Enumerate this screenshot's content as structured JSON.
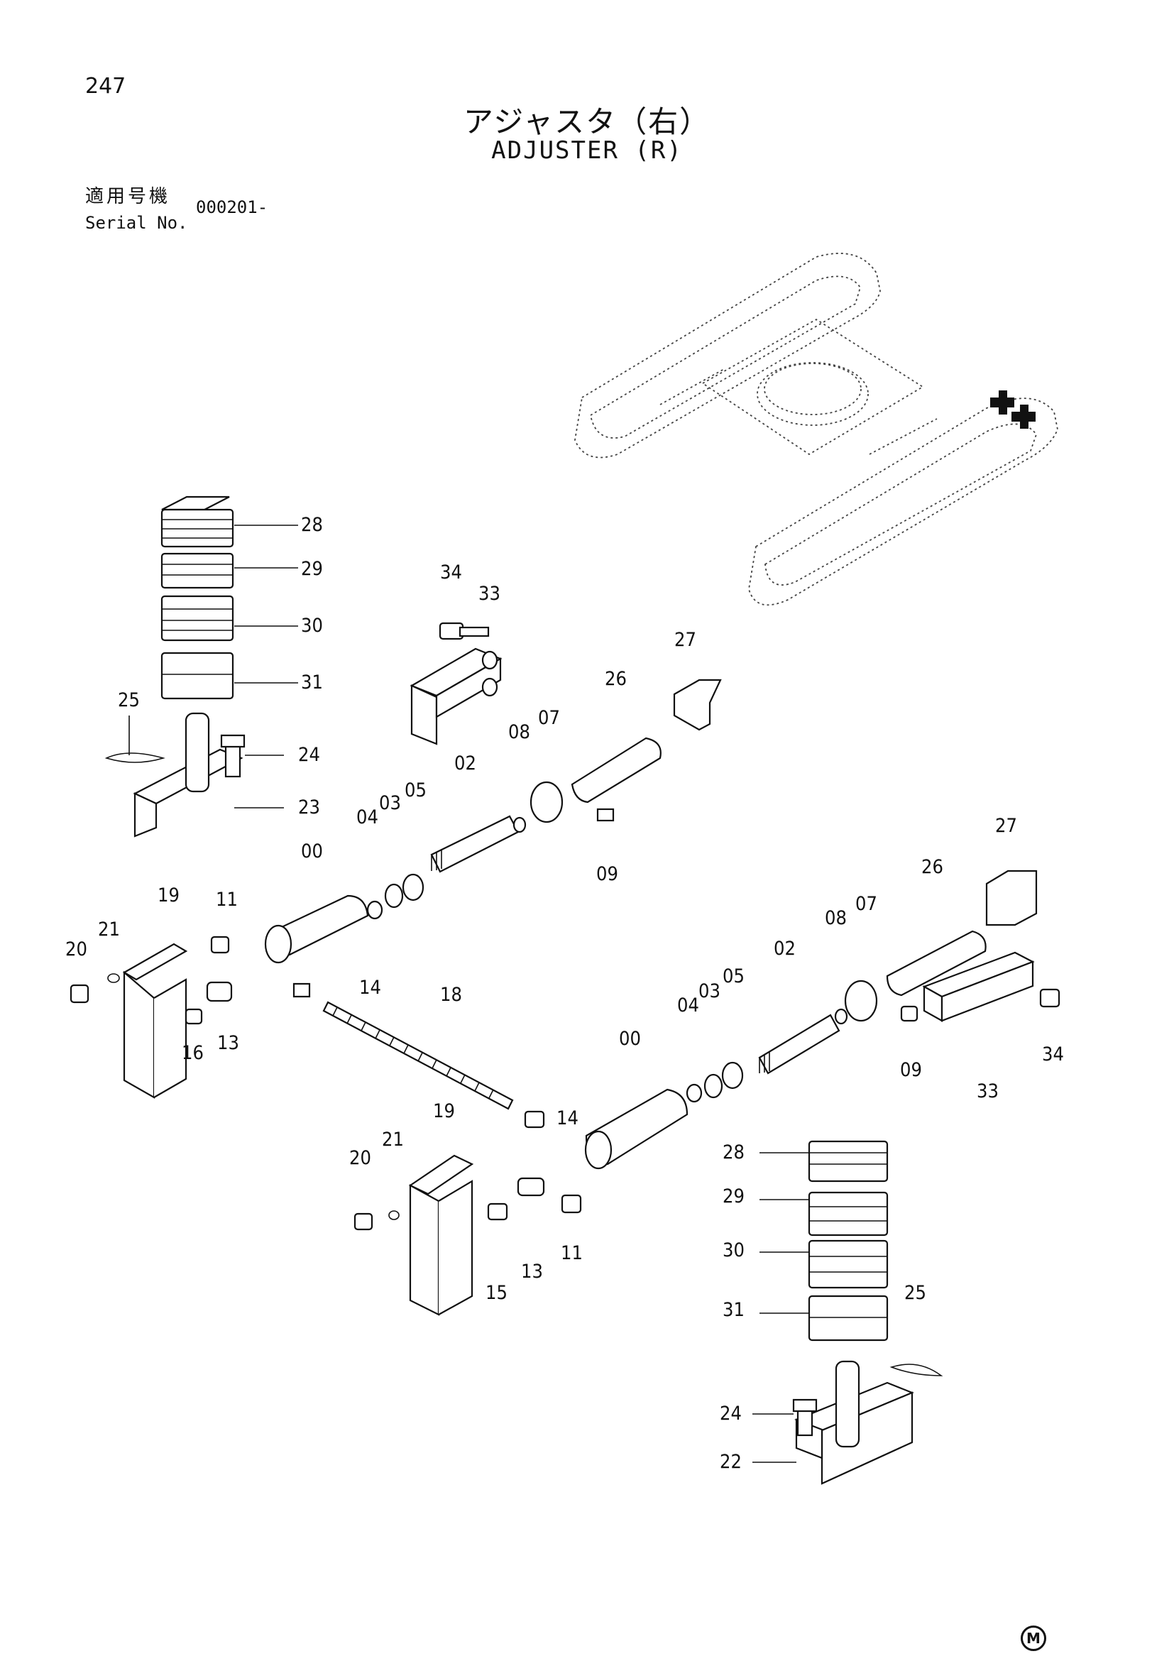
{
  "header": {
    "page_number": "247",
    "title_jp": "アジャスタ（右）",
    "title_en": "ADJUSTER (R)",
    "serial_label_jp": "適用号機",
    "serial_label_en": "Serial No.",
    "serial_value": "000201-"
  },
  "callouts": {
    "c28a": "28",
    "c29a": "29",
    "c30a": "30",
    "c31a": "31",
    "c25a": "25",
    "c24a": "24",
    "c23": "23",
    "c34a": "34",
    "c33a": "33",
    "c27a": "27",
    "c26a": "26",
    "c08a": "08",
    "c07a": "07",
    "c02a": "02",
    "c05a": "05",
    "c03a": "03",
    "c04a": "04",
    "c09a": "09",
    "c00a": "00",
    "c19a": "19",
    "c11a": "11",
    "c21a": "21",
    "c20a": "20",
    "c16": "16",
    "c13a": "13",
    "c14a": "14",
    "c18": "18",
    "c27b": "27",
    "c26b": "26",
    "c08b": "08",
    "c07b": "07",
    "c02b": "02",
    "c05b": "05",
    "c03b": "03",
    "c04b": "04",
    "c09b": "09",
    "c34b": "34",
    "c33b": "33",
    "c00b": "00",
    "c14b": "14",
    "c19b": "19",
    "c21b": "21",
    "c20b": "20",
    "c15": "15",
    "c13b": "13",
    "c11b": "11",
    "c28b": "28",
    "c29b": "29",
    "c30b": "30",
    "c31b": "31",
    "c25b": "25",
    "c24b": "24",
    "c22": "22"
  },
  "footer": {
    "mark": "M"
  }
}
